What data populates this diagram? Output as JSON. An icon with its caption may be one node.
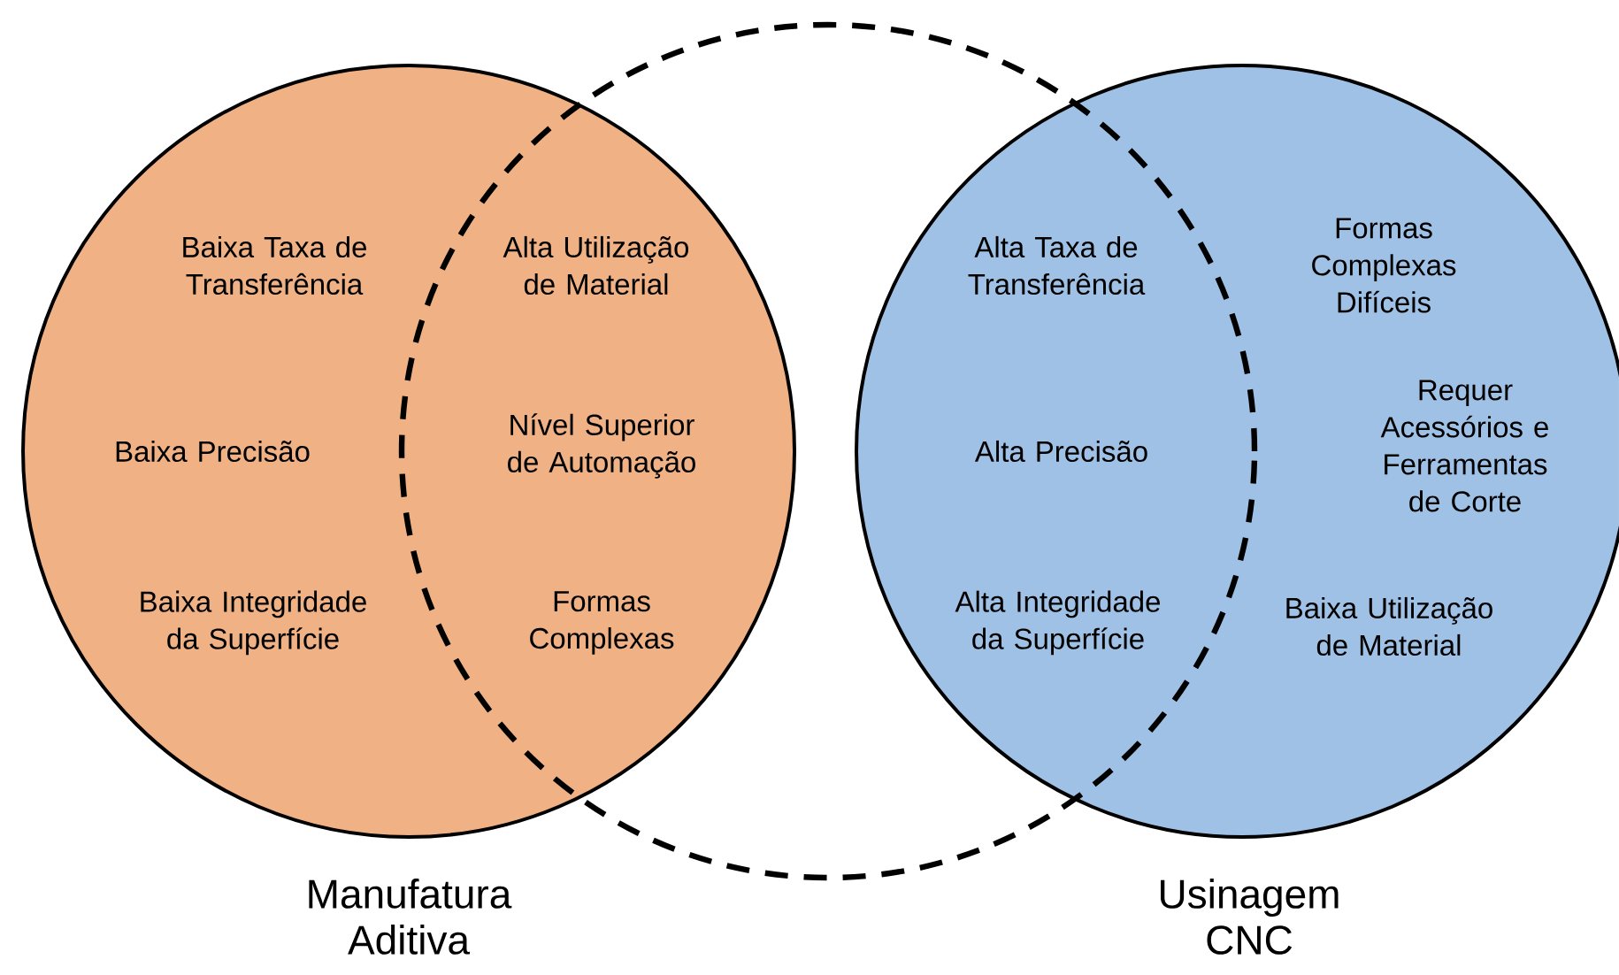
{
  "diagram": {
    "nodes": [
      {
        "text": [
          "Baixa Taxa de Transferência",
          "Baixa Precisão",
          "Baixa Integridade da Superfície",
          "Manufatura Aditiva"
        ]
      },
      {
        "text": [],
        "shape": "circle"
      },
      {
        "text": [
          "Formas Complexas Difíceis",
          "Requer Acessórios e Ferramentas de Corte",
          "Baixa Utilização de Material",
          "Usinagem CNC"
        ]
      }
    ],
    "labels": [
      "Alta Utilização de Material",
      "Alta Taxa de Transferência",
      "Nível Superior de Automação",
      "Alta Precisão",
      "Formas Complexas",
      "Alta Integridade da Superfície"
    ]
  }
}
